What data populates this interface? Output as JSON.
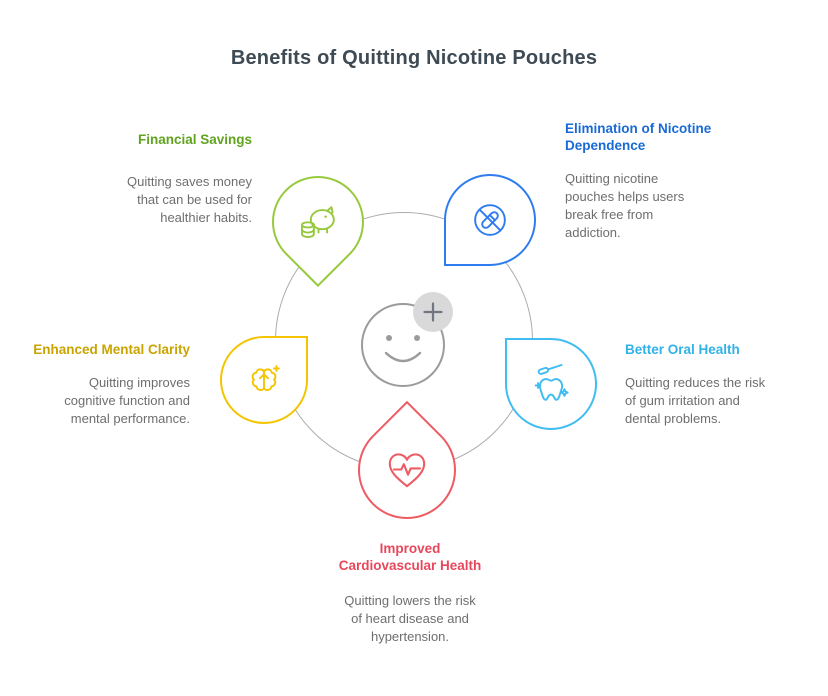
{
  "title": "Benefits of Quitting Nicotine Pouches",
  "title_color": "#3F4B54",
  "connector_color": "#ADADAD",
  "body_text_color": "#6E6E6E",
  "center": {
    "icon": "smiley-face",
    "badge_icon": "plus"
  },
  "nodes": [
    {
      "id": "financial-savings",
      "heading": "Financial Savings",
      "body": "Quitting saves money\nthat can be used for\nhealthier habits.",
      "heading_color": "#5FA31F",
      "shape_color": "#97C93D",
      "icon": "piggy-bank"
    },
    {
      "id": "elimination-of-nicotine-dependence",
      "heading": "Elimination of Nicotine\nDependence",
      "body": "Quitting nicotine\npouches helps users\nbreak free from\naddiction.",
      "heading_color": "#1A6AD4",
      "shape_color": "#2E7CF0",
      "icon": "no-nicotine"
    },
    {
      "id": "enhanced-mental-clarity",
      "heading": "Enhanced Mental Clarity",
      "body": "Quitting improves\ncognitive function and\nmental performance.",
      "heading_color": "#C9A400",
      "shape_color": "#F2C500",
      "icon": "brain"
    },
    {
      "id": "better-oral-health",
      "heading": "Better Oral Health",
      "body": "Quitting reduces the risk\nof gum irritation and\ndental problems.",
      "heading_color": "#31B2E8",
      "shape_color": "#3FBCF1",
      "icon": "tooth-toothbrush"
    },
    {
      "id": "improved-cardiovascular-health",
      "heading": "Improved\nCardiovascular Health",
      "body": "Quitting lowers the risk\nof heart disease and\nhypertension.",
      "heading_color": "#E8475B",
      "shape_color": "#ED5B63",
      "icon": "heart-pulse"
    }
  ]
}
